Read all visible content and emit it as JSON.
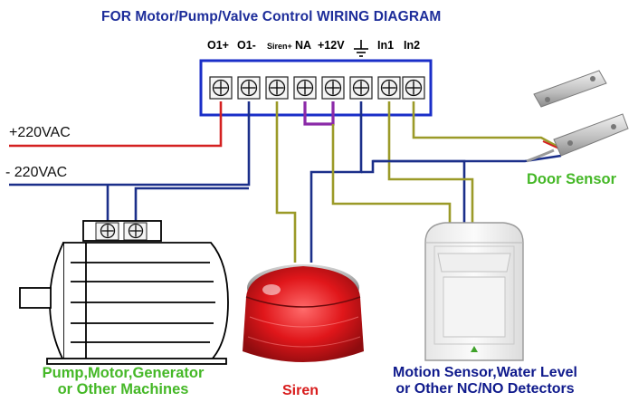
{
  "title": "FOR Motor/Pump/Valve Control WIRING DIAGRAM",
  "terminals": {
    "o1_plus": "O1+",
    "o1_minus": "O1-",
    "siren_plus": "Siren+",
    "na": "NA",
    "v12": "+12V",
    "in1": "In1",
    "in2": "In2"
  },
  "icons": {
    "ground": "ground-symbol-icon",
    "screw": "screw-terminal-icon"
  },
  "supply": {
    "line": "+220VAC",
    "neutral": "- 220VAC"
  },
  "labels": {
    "door_sensor": "Door Sensor",
    "machine_line1": "Pump,Motor,Generator",
    "machine_line2": "or Other Machines",
    "siren": "Siren",
    "detector_line1": "Motion Sensor,Water Level",
    "detector_line2": "or Other NC/NO Detectors"
  },
  "colors": {
    "title": "#1d2d9a",
    "terminal_border": "#1a2ec8",
    "wire_red": "#d42020",
    "wire_navy": "#1b2f8a",
    "wire_olive": "#9b9a28",
    "wire_purple": "#8b2aa8",
    "label_green": "#45b827",
    "label_navy": "#0f1a8c",
    "label_red": "#d81c1c"
  }
}
